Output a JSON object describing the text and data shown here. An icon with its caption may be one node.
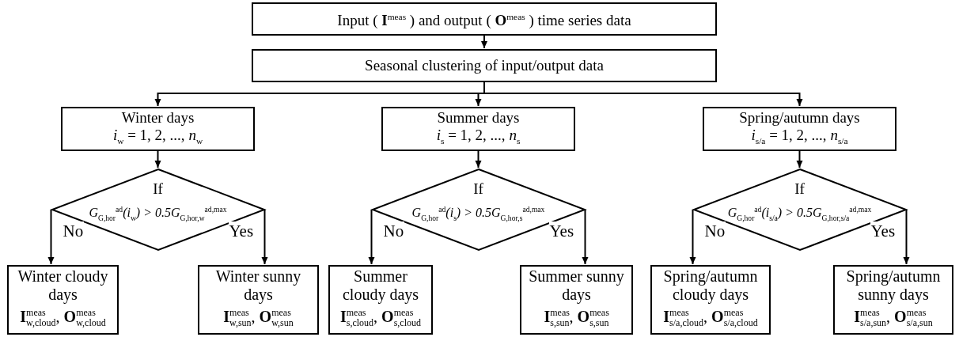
{
  "diagram": {
    "nodes": [
      {
        "text": [
          "Input ( **I**$^{meas}$ ) and output ( **O**$^{meas}$ ) time series data"
        ]
      },
      {
        "text": [
          "Seasonal clustering of input/output data"
        ]
      },
      {
        "text": [
          "Winter days",
          "*i*$_{w}$ = 1, 2, ..., *n*$_{w}$"
        ]
      },
      {
        "text": [
          "Summer days",
          "*i*$_{s}$ = 1, 2, ..., *n*$_{s}$"
        ]
      },
      {
        "text": [
          "Spring/autumn days",
          "*i*$_{s/a}$ = 1, 2, ..., *n*$_{s/a}$"
        ]
      },
      {
        "text": [
          "If",
          "G$_{G,hor}$$^{ad}$(i$_{w}$) > 0.5G$_{G,hor,w}$$^{ad,max}$"
        ]
      },
      {
        "text": [
          "If",
          "G$_{G,hor}$$^{ad}$(i$_{s}$) > 0.5G$_{G,hor,s}$$^{ad,max}$"
        ]
      },
      {
        "text": [
          "If",
          "G$_{G,hor}$$^{ad}$(i$_{s/a}$) > 0.5G$_{G,hor,s/a}$$^{ad,max}$"
        ]
      },
      {
        "text": [
          "Winter cloudy days",
          "**I**$^{meas}$$_{w,cloud}$, **O**$^{meas}$$_{w,cloud}$"
        ]
      },
      {
        "text": [
          "Winter sunny days",
          "**I**$^{meas}$$_{w,sun}$, **O**$^{meas}$$_{w,sun}$"
        ]
      },
      {
        "text": [
          "Summer cloudy days",
          "**I**$^{meas}$$_{s,cloud}$, **O**$^{meas}$$_{s,cloud}$"
        ]
      },
      {
        "text": [
          "Summer sunny days",
          "**I**$^{meas}$$_{s,sun}$, **O**$^{meas}$$_{s,sun}$"
        ]
      },
      {
        "text": [
          "Spring/autumn cloudy days",
          "**I**$^{meas}$$_{s/a,cloud}$, **O**$^{meas}$$_{s/a,cloud}$"
        ]
      },
      {
        "text": [
          "Spring/autumn sunny days",
          "**I**$^{meas}$$_{s/a,sun}$, **O**$^{meas}$$_{s/a,sun}$"
        ]
      }
    ],
    "edges": [
      {
        "from": 0,
        "to": 1,
        "arrow": "to"
      },
      {
        "from": 1,
        "to": 2,
        "arrow": "to"
      },
      {
        "from": 1,
        "to": 3,
        "arrow": "to"
      },
      {
        "from": 1,
        "to": 4,
        "arrow": "to"
      },
      {
        "from": 2,
        "to": 5,
        "arrow": "to"
      },
      {
        "from": 3,
        "to": 6,
        "arrow": "to"
      },
      {
        "from": 4,
        "to": 7,
        "arrow": "to"
      },
      {
        "from": 5,
        "to": 8,
        "label": "No",
        "arrow": "to"
      },
      {
        "from": 5,
        "to": 9,
        "label": "Yes",
        "arrow": "to"
      },
      {
        "from": 6,
        "to": 10,
        "label": "No",
        "arrow": "to"
      },
      {
        "from": 6,
        "to": 11,
        "label": "Yes",
        "arrow": "to"
      },
      {
        "from": 7,
        "to": 12,
        "label": "No",
        "arrow": "to"
      },
      {
        "from": 7,
        "to": 13,
        "label": "Yes",
        "arrow": "to"
      }
    ]
  }
}
